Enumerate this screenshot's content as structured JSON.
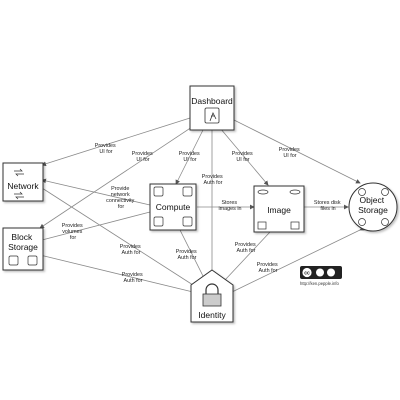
{
  "nodes": {
    "dashboard": {
      "label": "Dashboard"
    },
    "network": {
      "label": "Network"
    },
    "block_storage": {
      "label_line1": "Block",
      "label_line2": "Storage"
    },
    "compute": {
      "label": "Compute"
    },
    "image": {
      "label": "Image"
    },
    "object_storage": {
      "label_line1": "Object",
      "label_line2": "Storage"
    },
    "identity": {
      "label": "Identity"
    }
  },
  "edges": {
    "ui_network": [
      "Provides",
      "UI for"
    ],
    "ui_block": [
      "Provides",
      "UI for"
    ],
    "ui_compute": [
      "Provides",
      "UI for"
    ],
    "auth_dashboard": [
      "Provides",
      "Auth for"
    ],
    "ui_image": [
      "Provides",
      "UI for"
    ],
    "ui_object": [
      "Provides",
      "UI for"
    ],
    "network_conn": [
      "Provide",
      "network",
      "connectivity",
      "for"
    ],
    "block_volumes": [
      "Provides",
      "volumes",
      "for"
    ],
    "image_stores": [
      "Stores",
      "images in"
    ],
    "object_stores": [
      "Stores disk",
      "files in"
    ],
    "auth_network": [
      "Provides",
      "Auth for"
    ],
    "auth_block": [
      "Provides",
      "Auth for"
    ],
    "auth_compute": [
      "Provides",
      "Auth for"
    ],
    "auth_image": [
      "Provides",
      "Auth for"
    ],
    "auth_object": [
      "Provides",
      "Auth for"
    ]
  },
  "license": {
    "url": "http://ken.pepple.info",
    "badge": "cc-by-sa"
  }
}
